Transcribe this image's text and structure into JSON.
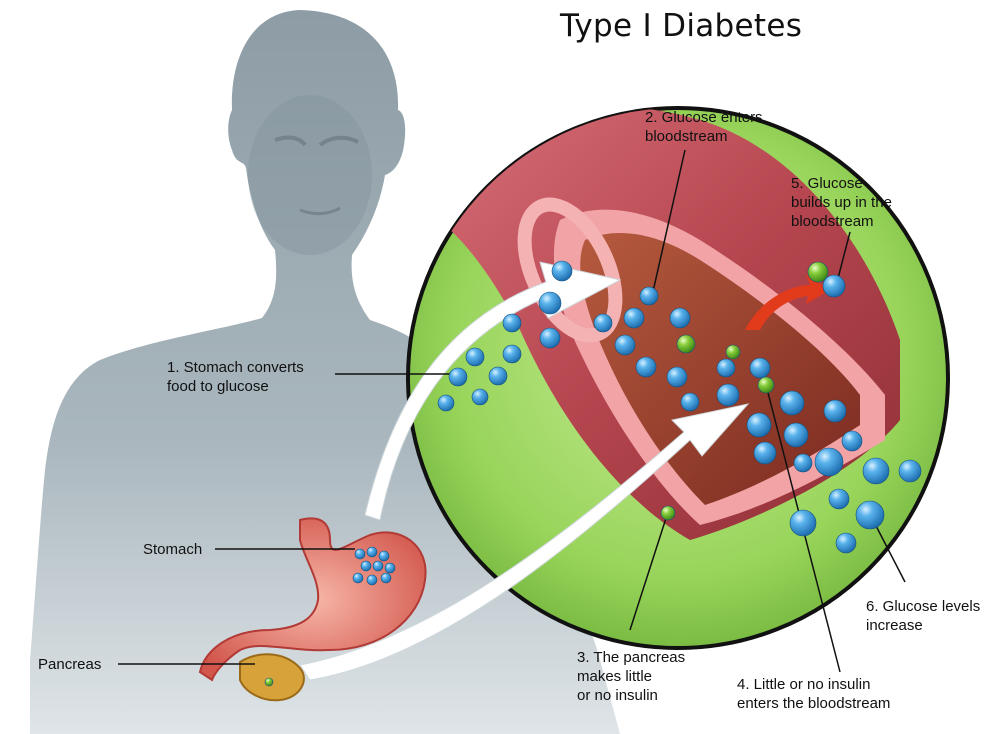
{
  "title": "Type I Diabetes",
  "labels": {
    "stomach": "Stomach",
    "pancreas": "Pancreas",
    "step1": "1. Stomach converts\nfood to glucose",
    "step2": "2. Glucose enters\nbloodstream",
    "step3": "3. The pancreas\nmakes little\nor no insulin",
    "step4": "4. Little or no insulin\nenters the bloodstream",
    "step5": "5. Glucose\nbuilds up in the\nbloodstream",
    "step6": "6. Glucose levels\nincrease"
  },
  "colors": {
    "silhouette": "#9aa9b1",
    "circle": "#8fcf55",
    "vessel": "#b24a4e",
    "glucose": "#3a9ad8",
    "insulin": "#78c232",
    "arrow": "#ffffff",
    "red_arrow": "#e23b1c"
  }
}
